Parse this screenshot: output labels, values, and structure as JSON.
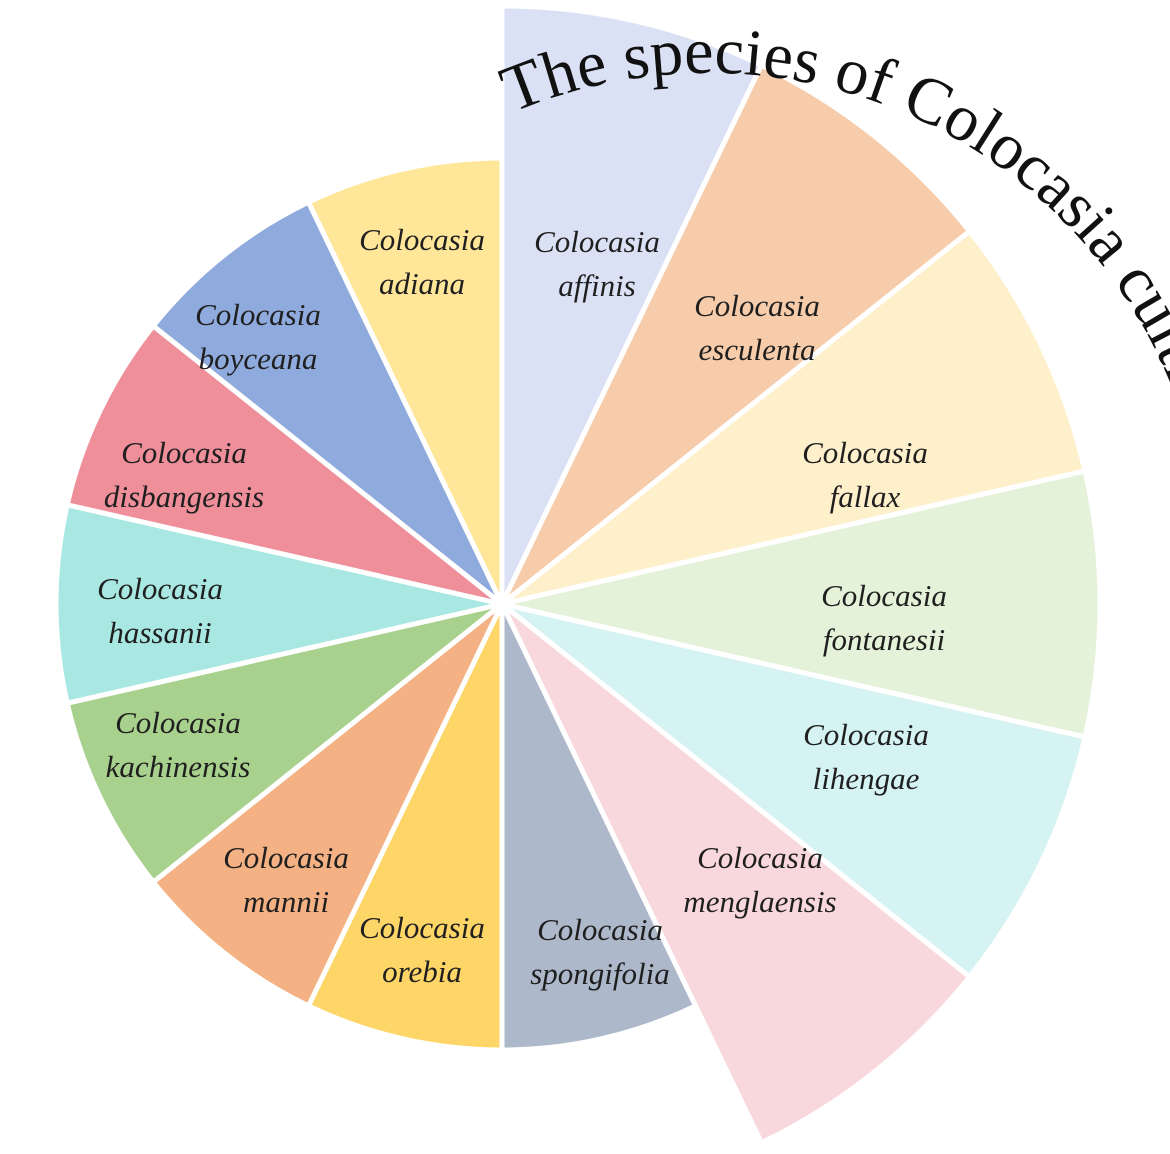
{
  "title": "The species of Colocasia cultivated in China",
  "sectors": [
    {
      "genus": "Colocasia",
      "epithet": "affinis",
      "color": "#dbe1f5"
    },
    {
      "genus": "Colocasia",
      "epithet": "esculenta",
      "color": "#f7ccaa"
    },
    {
      "genus": "Colocasia",
      "epithet": "fallax",
      "color": "#fff0cc"
    },
    {
      "genus": "Colocasia",
      "epithet": "fontanesii",
      "color": "#e3f2d8"
    },
    {
      "genus": "Colocasia",
      "epithet": "lihengae",
      "color": "#d5f3f2"
    },
    {
      "genus": "Colocasia",
      "epithet": "menglaensis",
      "color": "#f8d8dd"
    },
    {
      "genus": "Colocasia",
      "epithet": "spongifolia",
      "color": "#adb8ca"
    },
    {
      "genus": "Colocasia",
      "epithet": "orebia",
      "color": "#fed567"
    },
    {
      "genus": "Colocasia",
      "epithet": "mannii",
      "color": "#f4b183"
    },
    {
      "genus": "Colocasia",
      "epithet": "kachinensis",
      "color": "#a9d18e"
    },
    {
      "genus": "Colocasia",
      "epithet": "hassanii",
      "color": "#a9e8e2"
    },
    {
      "genus": "Colocasia",
      "epithet": "disbangensis",
      "color": "#ee8f9a"
    },
    {
      "genus": "Colocasia",
      "epithet": "boyceana",
      "color": "#8faadc"
    },
    {
      "genus": "Colocasia",
      "epithet": "adiana",
      "color": "#ffe699"
    }
  ]
}
